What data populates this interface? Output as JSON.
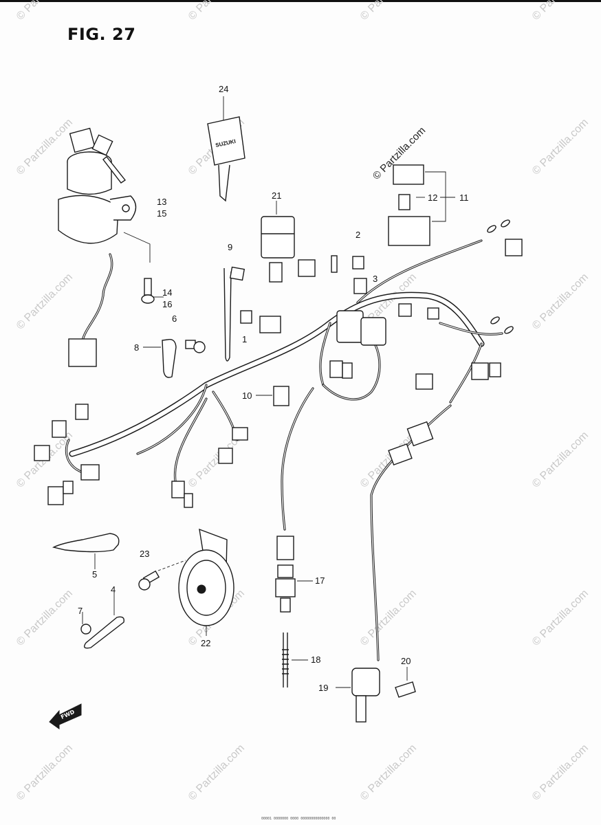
{
  "figure": {
    "title": "FIG. 27"
  },
  "copyright": "© Partzilla.com",
  "watermark": "© Partzilla.com",
  "fwd_label": "FWD",
  "footer_text": "00001 0000000 0000 00000000000000 00",
  "callouts": {
    "c1": "1",
    "c2": "2",
    "c3": "3",
    "c4": "4",
    "c5": "5",
    "c6": "6",
    "c7": "7",
    "c8": "8",
    "c9": "9",
    "c10": "10",
    "c11": "11",
    "c12": "12",
    "c13": "13",
    "c14": "14",
    "c15": "15",
    "c16": "16",
    "c17": "17",
    "c18": "18",
    "c19": "19",
    "c20": "20",
    "c21": "21",
    "c22": "22",
    "c23": "23",
    "c24": "24"
  },
  "key_tag": "SUZUKI"
}
